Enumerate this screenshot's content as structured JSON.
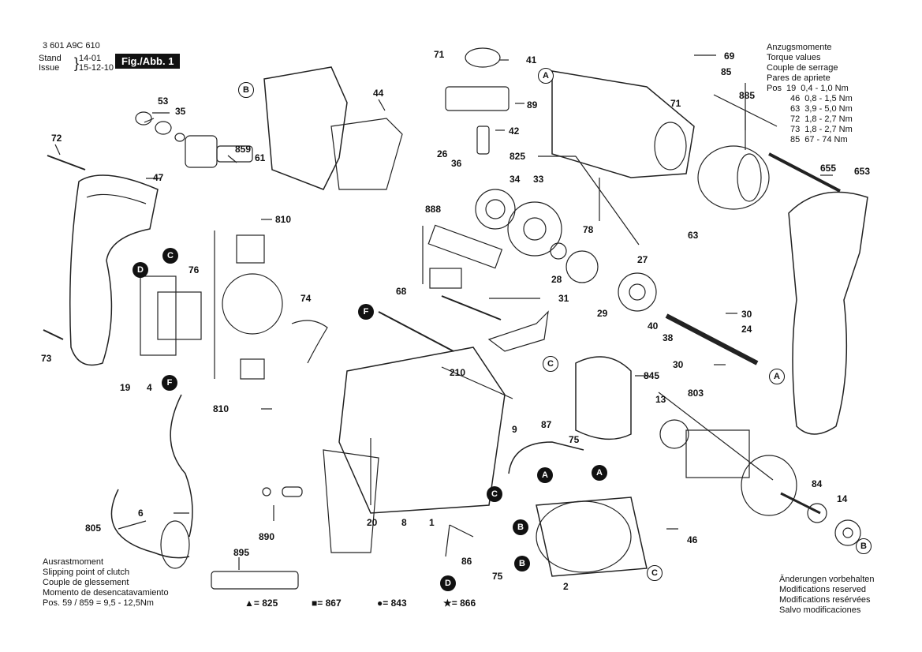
{
  "header": {
    "part_number": "3 601 A9C 610",
    "stand_label": "Stand",
    "issue_label": "Issue",
    "stand_value": "14-01",
    "issue_value": "15-12-10",
    "figure_label": "Fig./Abb. 1"
  },
  "torque_block": {
    "lines": [
      "Anzugsmomente",
      "Torque values",
      "Couple de serrage",
      "Pares de apriete"
    ],
    "pos_label": "Pos",
    "rows": [
      {
        "pos": "19",
        "value": "0,4 -  1,0 Nm"
      },
      {
        "pos": "46",
        "value": "0,8 -  1,5 Nm"
      },
      {
        "pos": "63",
        "value": "3,9 -  5,0 Nm"
      },
      {
        "pos": "72",
        "value": "1,8 -  2,7 Nm"
      },
      {
        "pos": "73",
        "value": "1,8 -  2,7 Nm"
      },
      {
        "pos": "85",
        "value": "67 -  74 Nm"
      }
    ]
  },
  "clutch_block": {
    "lines": [
      "Ausrastmoment",
      "Slipping point of clutch",
      "Couple de glessement",
      "Momento de desencatavamiento"
    ],
    "pos_line": "Pos.  59 / 859  =  9,5  -  12,5Nm"
  },
  "modifications_block": {
    "lines": [
      "Änderungen vorbehalten",
      "Modifications reserved",
      "Modifications resérvées",
      "Salvo modificaciones"
    ]
  },
  "legend": [
    {
      "symbol": "▲",
      "text": "= 825"
    },
    {
      "symbol": "■",
      "text": "= 867"
    },
    {
      "symbol": "●",
      "text": "= 843"
    },
    {
      "symbol": "★",
      "text": "= 866"
    }
  ],
  "part_labels": {
    "p53": "53",
    "p35": "35",
    "p72": "72",
    "p47": "47",
    "p859": "859",
    "p61": "61",
    "p44": "44",
    "p26": "26",
    "p36": "36",
    "p71a": "71",
    "p41": "41",
    "p89": "89",
    "p42": "42",
    "p34": "34",
    "p33": "33",
    "p825": "825",
    "p69": "69",
    "p85": "85",
    "p885": "885",
    "p71b": "71",
    "p655": "655",
    "p653": "653",
    "p810a": "810",
    "p76": "76",
    "p888": "888",
    "p78": "78",
    "p27": "27",
    "p68": "68",
    "p28": "28",
    "p31": "31",
    "p29": "29",
    "p63": "63",
    "p74": "74",
    "p30a": "30",
    "p40": "40",
    "p38": "38",
    "p24": "24",
    "p73": "73",
    "p19": "19",
    "p4": "4",
    "p210": "210",
    "p30b": "30",
    "p845": "845",
    "p810b": "810",
    "p9": "9",
    "p13": "13",
    "p803": "803",
    "p87": "87",
    "p75a": "75",
    "p6": "6",
    "p805": "805",
    "p890": "890",
    "p20": "20",
    "p8": "8",
    "p1": "1",
    "p84": "84",
    "p14": "14",
    "p46": "46",
    "p895": "895",
    "p86": "86",
    "p75b": "75",
    "p2": "2"
  },
  "badges": {
    "a": "A",
    "b": "B",
    "c": "C",
    "d": "D",
    "e": "F"
  }
}
